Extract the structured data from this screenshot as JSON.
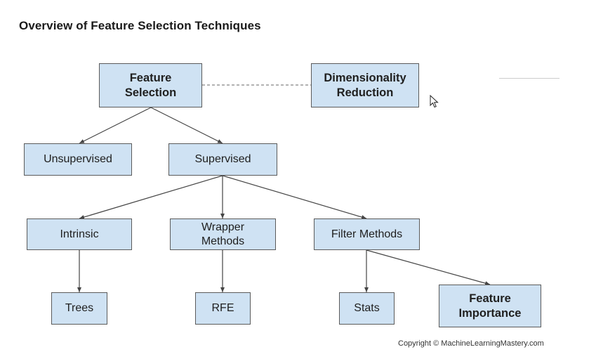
{
  "title": "Overview of Feature Selection Techniques",
  "nodes": {
    "feature_selection": "Feature\nSelection",
    "dimensionality_reduction": "Dimensionality\nReduction",
    "unsupervised": "Unsupervised",
    "supervised": "Supervised",
    "intrinsic": "Intrinsic",
    "wrapper_methods": "Wrapper\nMethods",
    "filter_methods": "Filter Methods",
    "trees": "Trees",
    "rfe": "RFE",
    "stats": "Stats",
    "feature_importance": "Feature\nImportance"
  },
  "copyright": "Copyright © MachineLearningMastery.com",
  "colors": {
    "node_fill": "#cfe2f3",
    "node_border": "#5b5b5b",
    "edge": "#444444"
  },
  "icons": {
    "cursor": "mouse-pointer-icon"
  }
}
